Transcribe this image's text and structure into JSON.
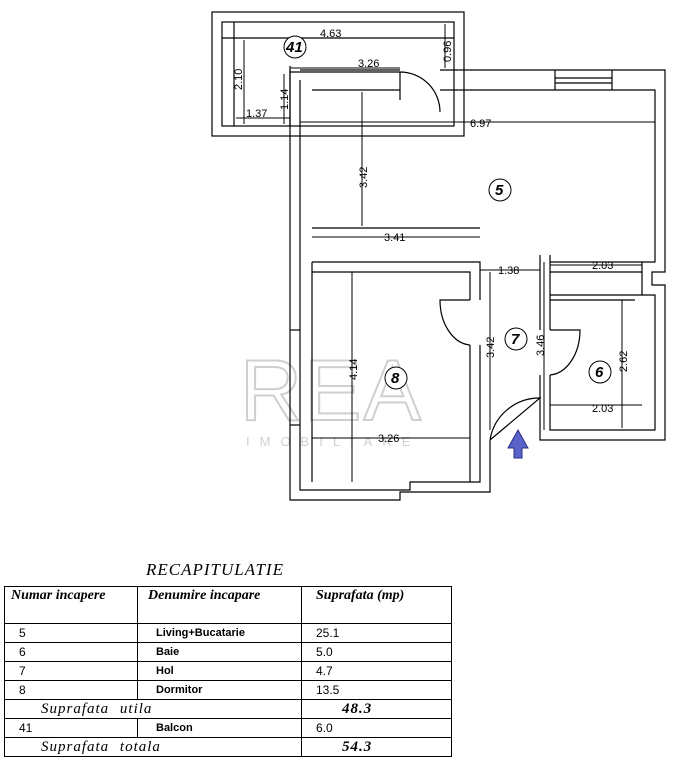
{
  "plan": {
    "dimensions": {
      "balcony_width": "4.63",
      "balcony_inner": "3.26",
      "balcony_depth": "0.96",
      "balcony_height": "2.10",
      "balcony_step": "1.14",
      "balcony_left": "1.37",
      "living_width": "6.97",
      "living_height": "3.42",
      "living_lower": "3.41",
      "hall_width": "1.38",
      "bath_top": "2.03",
      "hall_height_left": "3.42",
      "hall_height_right": "3.46",
      "bath_height": "2.62",
      "bath_bottom": "2.03",
      "bedroom_height": "4.14",
      "bedroom_width": "3.26"
    },
    "rooms": {
      "balcony": "41",
      "living": "5",
      "hall": "7",
      "bath": "6",
      "bedroom": "8"
    },
    "watermark": {
      "logo": "REA",
      "subtitle": "IMOBILIARE"
    }
  },
  "recap": {
    "title": "RECAPITULATIE",
    "headers": {
      "col1": "Numar incapere",
      "col2": "Denumire incapare",
      "col3": "Suprafata (mp)"
    },
    "rows": [
      {
        "num": "5",
        "name": "Living+Bucatarie",
        "area": "25.1"
      },
      {
        "num": "6",
        "name": "Baie",
        "area": "5.0"
      },
      {
        "num": "7",
        "name": "Hol",
        "area": "4.7"
      },
      {
        "num": "8",
        "name": "Dormitor",
        "area": "13.5"
      }
    ],
    "useful": {
      "label": "Suprafata utila",
      "value": "48.3"
    },
    "balcony_row": {
      "num": "41",
      "name": "Balcon",
      "area": "6.0"
    },
    "total": {
      "label": "Suprafata totala",
      "value": "54.3"
    }
  }
}
